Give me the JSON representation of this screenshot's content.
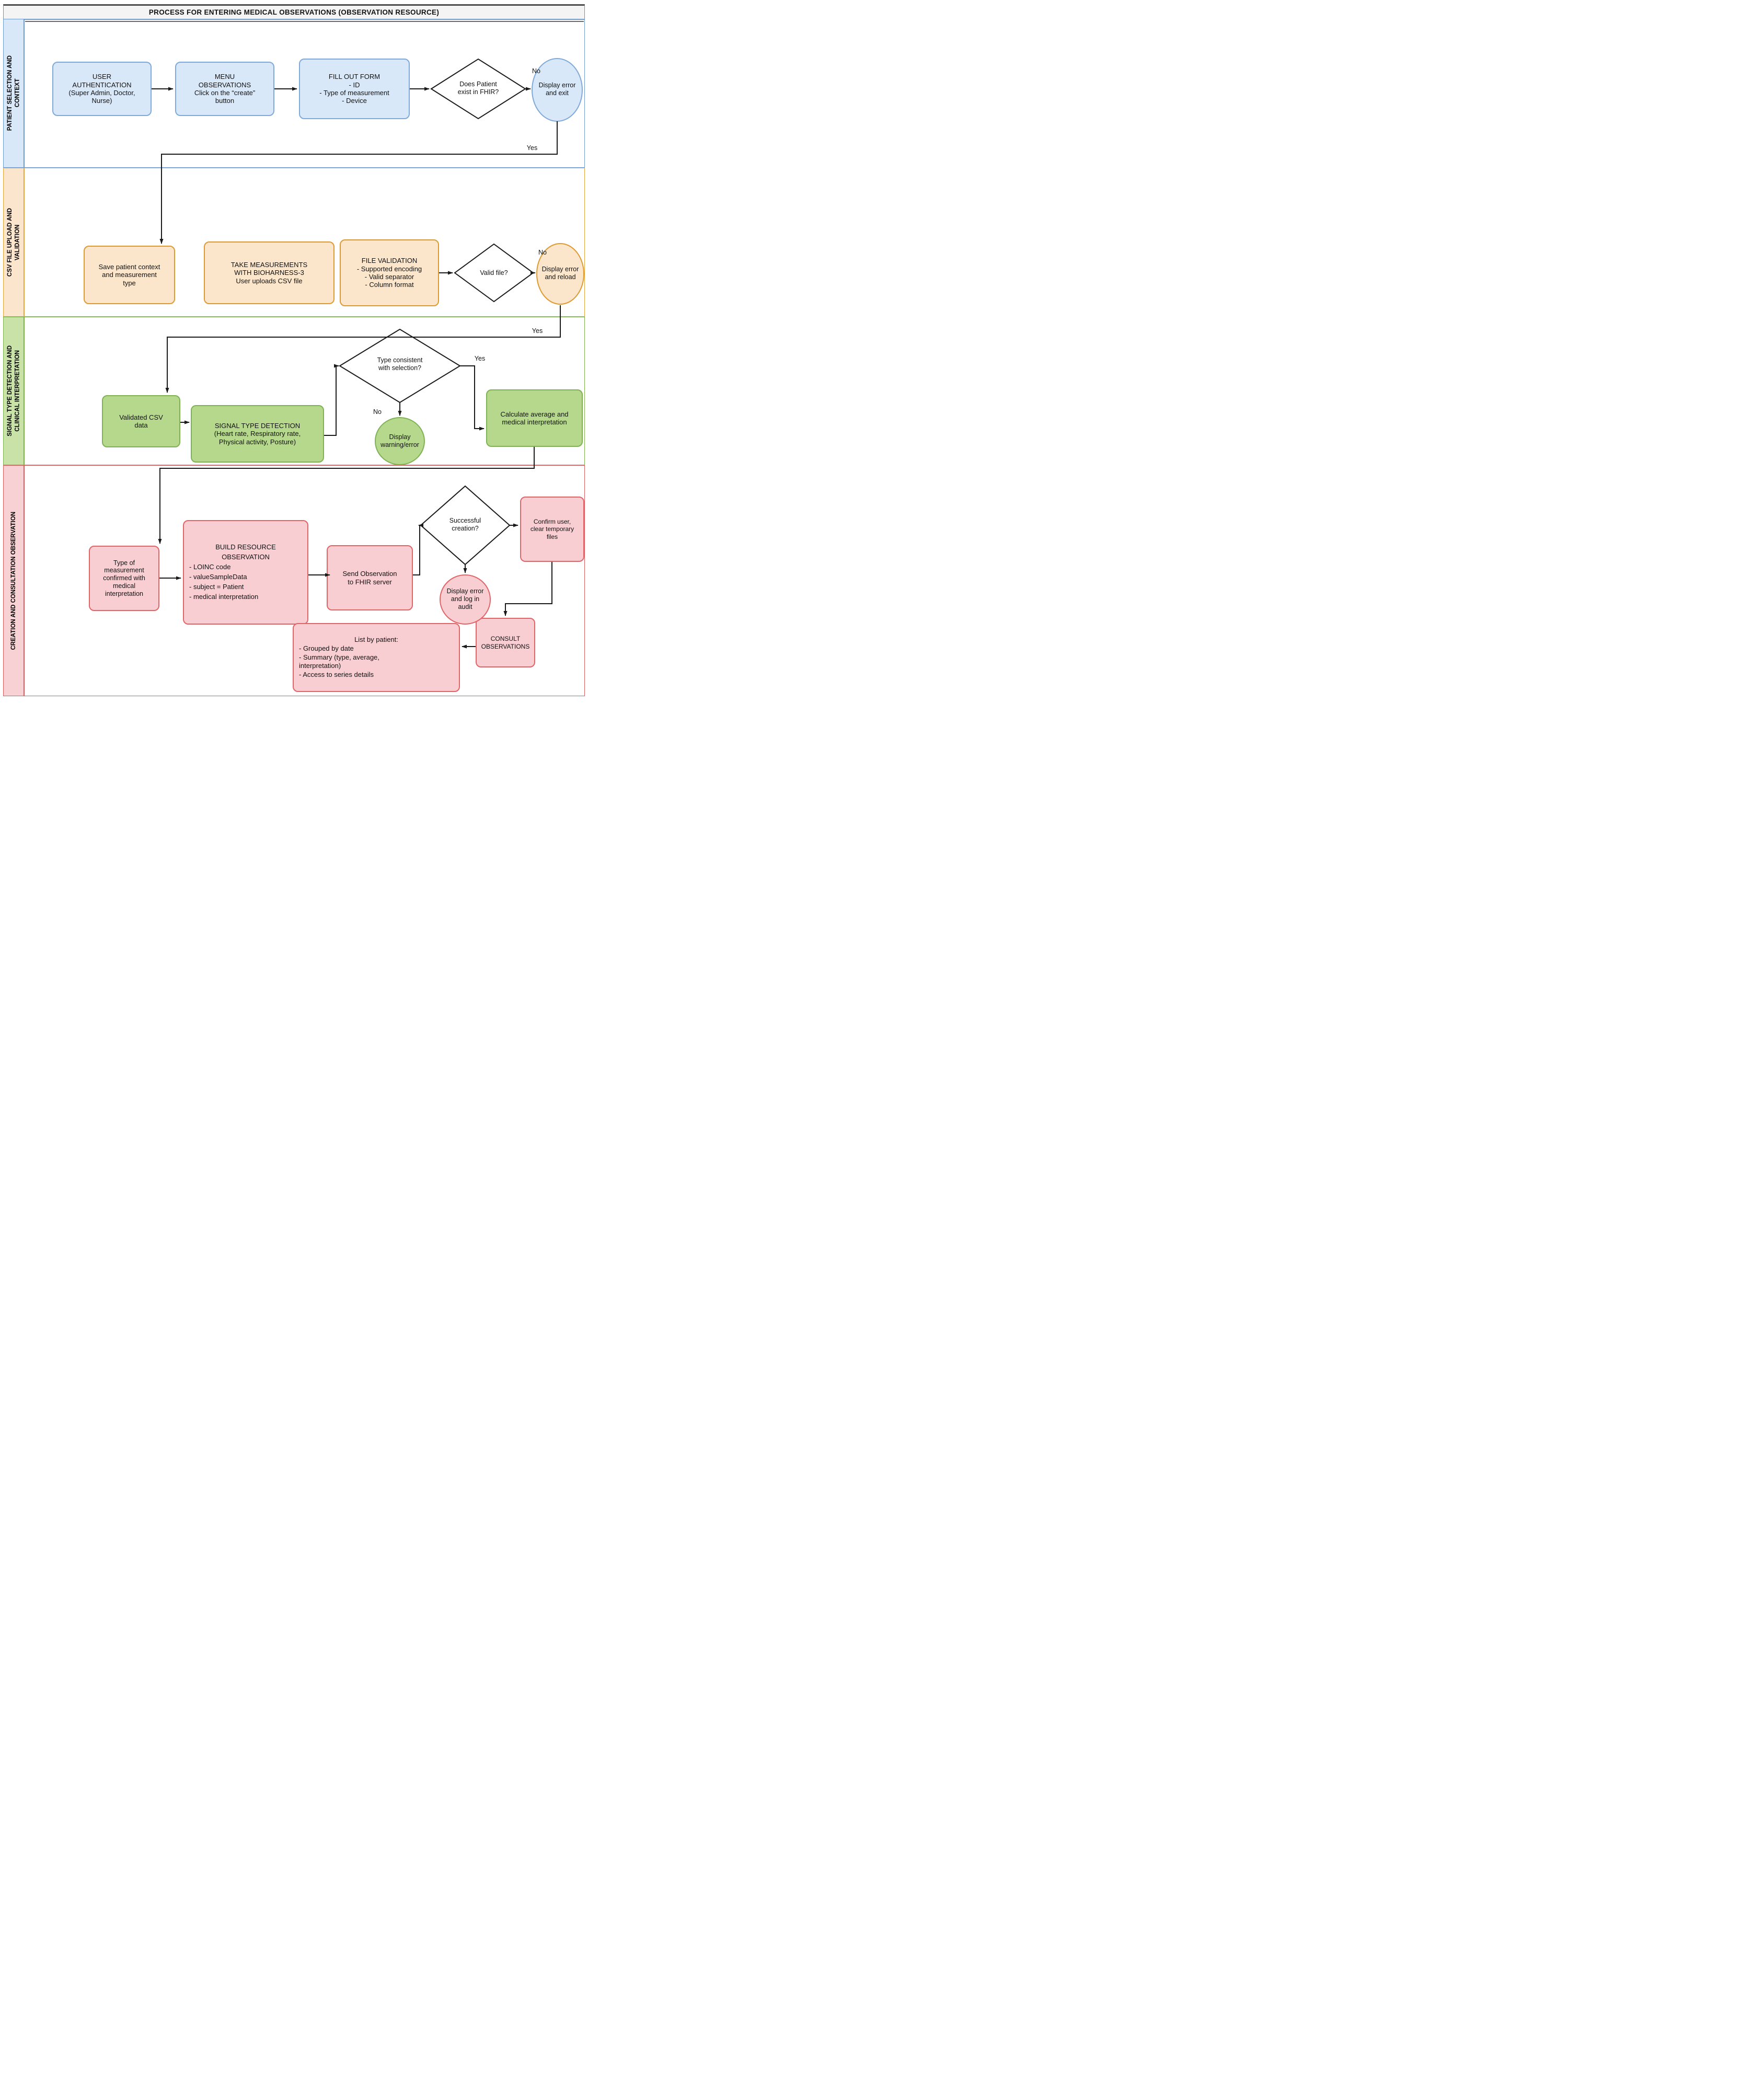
{
  "title": "PROCESS FOR ENTERING MEDICAL OBSERVATIONS (OBSERVATION RESOURCE)",
  "lanes": [
    {
      "label": "PATIENT SELECTION AND\nCONTEXT",
      "fill": "#d9e8f9",
      "border": "#6f9ad0"
    },
    {
      "label": "CSV FILE UPLOAD AND\nVALIDATION",
      "fill": "#fbe5cc",
      "border": "#e3a33d"
    },
    {
      "label": "SIGNAL TYPE DETECTION AND\nCLINICAL INTERPRETATION",
      "fill": "#c8e2a8",
      "border": "#7cb14e"
    },
    {
      "label": "CREATION AND CONSULTATION OBSERVATION",
      "fill": "#f8d1d4",
      "border": "#d95c5e"
    }
  ],
  "nodes": {
    "user_authentication": {
      "text": "USER\nAUTHENTICATION\n(Super Admin, Doctor,\nNurse)"
    },
    "menu_observations": {
      "text": "MENU\nOBSERVATIONS\nClick on the “create”\nbutton"
    },
    "fill_out_form": {
      "text": "FILL OUT FORM\n- ID\n- Type of measurement\n- Device"
    },
    "patient_exists_decision": {
      "text": "Does Patient\nexist in FHIR?"
    },
    "display_error_exit": {
      "text": "Display error\nand exit"
    },
    "save_patient_context": {
      "text": "Save patient context\nand measurement\ntype"
    },
    "take_measurements": {
      "text": "TAKE MEASUREMENTS\nWITH BIOHARNESS-3\nUser uploads CSV file"
    },
    "file_validation": {
      "text": "FILE VALIDATION\n- Supported encoding\n- Valid separator\n- Column format"
    },
    "valid_file_decision": {
      "text": "Valid file?"
    },
    "display_error_reload": {
      "text": "Display error\nand reload"
    },
    "validated_csv": {
      "text": "Validated CSV\ndata"
    },
    "signal_type_detection": {
      "text": "SIGNAL TYPE DETECTION\n(Heart rate, Respiratory rate,\nPhysical activity, Posture)"
    },
    "type_consistent_decision": {
      "text": "Type consistent\nwith selection?"
    },
    "display_warning_error": {
      "text": "Display\nwarning/error"
    },
    "calculate_average": {
      "text": "Calculate average and\nmedical interpretation"
    },
    "type_confirmed": {
      "text": "Type of\nmeasurement\nconfirmed with\nmedical\ninterpretation"
    },
    "build_resource": {
      "title": "BUILD RESOURCE\nOBSERVATION",
      "bullets": "- LOINC code\n- valueSampleData\n- subject = Patient\n- medical interpretation"
    },
    "send_observation": {
      "text": "Send Observation\nto FHIR server"
    },
    "successful_creation_decision": {
      "text": "Successful\ncreation?"
    },
    "display_error_audit": {
      "text": "Display error\nand log in\naudit"
    },
    "confirm_user": {
      "text": "Confirm user,\nclear temporary\nfiles"
    },
    "consult_observations": {
      "text": "CONSULT\nOBSERVATIONS"
    },
    "list_by_patient": {
      "title": "List by patient:",
      "bullets": "- Grouped by date\n- Summary  (type,  average,\ninterpretation)\n- Access to series details"
    }
  },
  "edge_labels": {
    "no1": "No",
    "yes1": "Yes",
    "no2": "No",
    "yes2": "Yes",
    "no3": "No",
    "yes3": "Yes"
  }
}
